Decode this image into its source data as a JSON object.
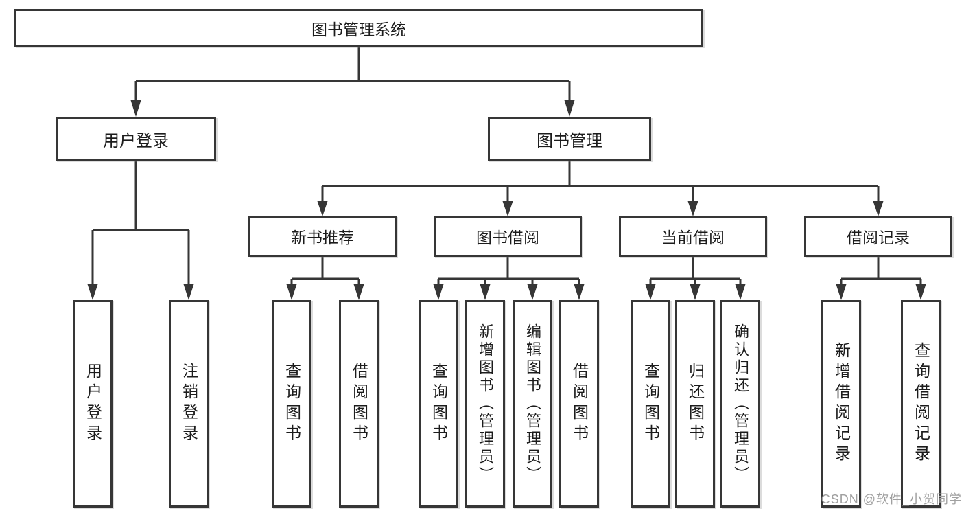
{
  "nodes": {
    "root": {
      "label": "图书管理系统"
    },
    "level2": [
      {
        "label": "用户登录"
      },
      {
        "label": "图书管理"
      }
    ],
    "level3": [
      {
        "label": "新书推荐"
      },
      {
        "label": "图书借阅"
      },
      {
        "label": "当前借阅"
      },
      {
        "label": "借阅记录"
      }
    ],
    "level4": [
      {
        "label": "用户登录"
      },
      {
        "label": "注销登录"
      },
      {
        "label": "查询图书"
      },
      {
        "label": "借阅图书"
      },
      {
        "label": "查询图书"
      },
      {
        "label": "新增图书（管理员）"
      },
      {
        "label": "编辑图书（管理员）"
      },
      {
        "label": "借阅图书"
      },
      {
        "label": "查询图书"
      },
      {
        "label": "归还图书"
      },
      {
        "label": "确认归还（管理员）"
      },
      {
        "label": "新增借阅记录"
      },
      {
        "label": "查询借阅记录"
      }
    ]
  },
  "watermark": {
    "text": "CSDN @软件_小贺同学"
  },
  "colors": {
    "line": "#363636",
    "text": "#1c1c1c",
    "watermark": "#a0a0a0",
    "background": "#ffffff"
  }
}
